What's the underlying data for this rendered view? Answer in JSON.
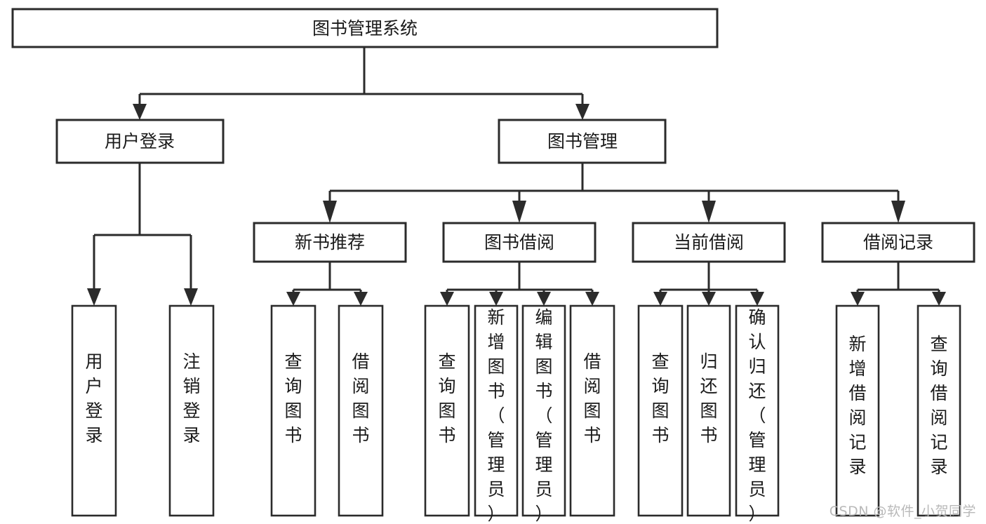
{
  "diagram": {
    "type": "tree",
    "title": "图书管理系统",
    "watermark": "CSDN @软件_小贺同学",
    "colors": {
      "stroke": "#2b2b2b",
      "fill": "#ffffff",
      "text": "#1a1a1a",
      "watermark": "#b9b9b9"
    },
    "levels": {
      "root": {
        "label": "图书管理系统"
      },
      "level2": [
        {
          "label": "用户登录"
        },
        {
          "label": "图书管理"
        }
      ],
      "level3": [
        {
          "label": "新书推荐"
        },
        {
          "label": "图书借阅"
        },
        {
          "label": "当前借阅"
        },
        {
          "label": "借阅记录"
        }
      ],
      "leaves": {
        "user_login": [
          {
            "label": "用户登录"
          },
          {
            "label": "注销登录"
          }
        ],
        "new_book": [
          {
            "label": "查询图书"
          },
          {
            "label": "借阅图书"
          }
        ],
        "borrow": [
          {
            "label": "查询图书"
          },
          {
            "label": "新增图书（管理员）"
          },
          {
            "label": "编辑图书（管理员）"
          },
          {
            "label": "借阅图书"
          }
        ],
        "current": [
          {
            "label": "查询图书"
          },
          {
            "label": "归还图书"
          },
          {
            "label": "确认归还（管理员）"
          }
        ],
        "records": [
          {
            "label": "新增借阅记录"
          },
          {
            "label": "查询借阅记录"
          }
        ]
      }
    }
  }
}
